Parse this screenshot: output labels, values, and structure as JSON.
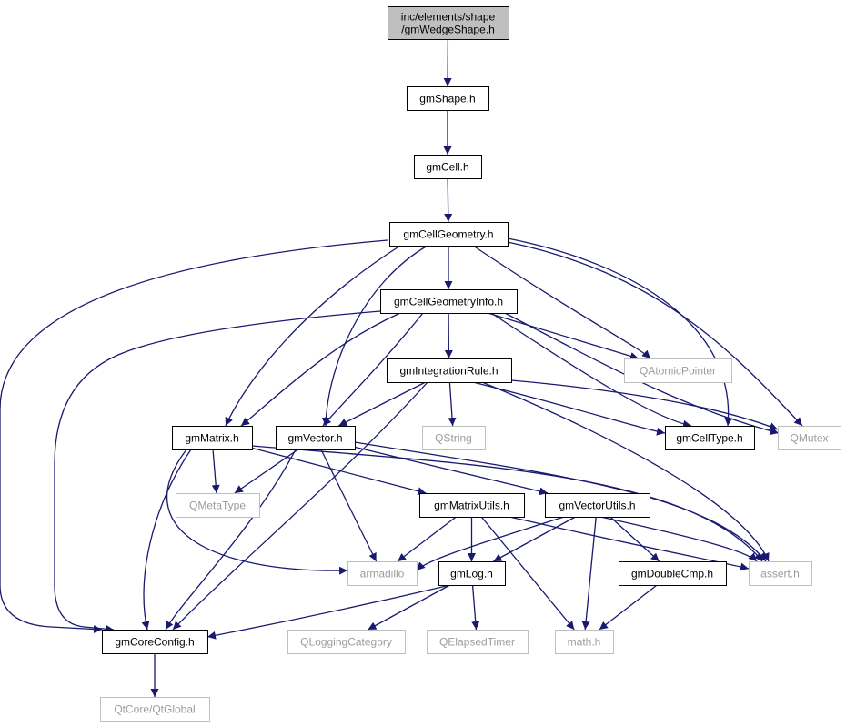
{
  "diagram": {
    "nodes": [
      {
        "id": "wedge",
        "lines": [
          "inc/elements/shape",
          "/gmWedgeShape.h"
        ],
        "kind": "main"
      },
      {
        "id": "shape",
        "lines": [
          "gmShape.h"
        ],
        "kind": "local"
      },
      {
        "id": "cell",
        "lines": [
          "gmCell.h"
        ],
        "kind": "local"
      },
      {
        "id": "cellgeom",
        "lines": [
          "gmCellGeometry.h"
        ],
        "kind": "local"
      },
      {
        "id": "cellgeominfo",
        "lines": [
          "gmCellGeometryInfo.h"
        ],
        "kind": "local"
      },
      {
        "id": "integ",
        "lines": [
          "gmIntegrationRule.h"
        ],
        "kind": "local"
      },
      {
        "id": "qatomic",
        "lines": [
          "QAtomicPointer"
        ],
        "kind": "external"
      },
      {
        "id": "matrix",
        "lines": [
          "gmMatrix.h"
        ],
        "kind": "local"
      },
      {
        "id": "vector",
        "lines": [
          "gmVector.h"
        ],
        "kind": "local"
      },
      {
        "id": "qstring",
        "lines": [
          "QString"
        ],
        "kind": "external"
      },
      {
        "id": "celltype",
        "lines": [
          "gmCellType.h"
        ],
        "kind": "local"
      },
      {
        "id": "qmutex",
        "lines": [
          "QMutex"
        ],
        "kind": "external"
      },
      {
        "id": "qmetatype",
        "lines": [
          "QMetaType"
        ],
        "kind": "external"
      },
      {
        "id": "matutils",
        "lines": [
          "gmMatrixUtils.h"
        ],
        "kind": "local"
      },
      {
        "id": "vecutils",
        "lines": [
          "gmVectorUtils.h"
        ],
        "kind": "local"
      },
      {
        "id": "armadillo",
        "lines": [
          "armadillo"
        ],
        "kind": "external"
      },
      {
        "id": "log",
        "lines": [
          "gmLog.h"
        ],
        "kind": "local"
      },
      {
        "id": "dblcmp",
        "lines": [
          "gmDoubleCmp.h"
        ],
        "kind": "local"
      },
      {
        "id": "assert",
        "lines": [
          "assert.h"
        ],
        "kind": "external"
      },
      {
        "id": "coreconfig",
        "lines": [
          "gmCoreConfig.h"
        ],
        "kind": "local"
      },
      {
        "id": "qlogcat",
        "lines": [
          "QLoggingCategory"
        ],
        "kind": "external"
      },
      {
        "id": "qelapsed",
        "lines": [
          "QElapsedTimer"
        ],
        "kind": "external"
      },
      {
        "id": "math",
        "lines": [
          "math.h"
        ],
        "kind": "external"
      },
      {
        "id": "qtglobal",
        "lines": [
          "QtCore/QtGlobal"
        ],
        "kind": "external"
      }
    ],
    "edges": [
      [
        "wedge",
        "shape"
      ],
      [
        "shape",
        "cell"
      ],
      [
        "cell",
        "cellgeom"
      ],
      [
        "cellgeom",
        "cellgeominfo"
      ],
      [
        "cellgeom",
        "matrix"
      ],
      [
        "cellgeom",
        "vector"
      ],
      [
        "cellgeom",
        "coreconfig"
      ],
      [
        "cellgeom",
        "qatomic"
      ],
      [
        "cellgeom",
        "celltype"
      ],
      [
        "cellgeom",
        "qmutex"
      ],
      [
        "cellgeominfo",
        "integ"
      ],
      [
        "cellgeominfo",
        "matrix"
      ],
      [
        "cellgeominfo",
        "vector"
      ],
      [
        "cellgeominfo",
        "coreconfig"
      ],
      [
        "cellgeominfo",
        "qatomic"
      ],
      [
        "cellgeominfo",
        "celltype"
      ],
      [
        "cellgeominfo",
        "qmutex"
      ],
      [
        "integ",
        "vector"
      ],
      [
        "integ",
        "qstring"
      ],
      [
        "integ",
        "celltype"
      ],
      [
        "integ",
        "qmutex"
      ],
      [
        "integ",
        "coreconfig"
      ],
      [
        "integ",
        "assert"
      ],
      [
        "matrix",
        "qmetatype"
      ],
      [
        "matrix",
        "coreconfig"
      ],
      [
        "matrix",
        "matutils"
      ],
      [
        "matrix",
        "armadillo"
      ],
      [
        "matrix",
        "assert"
      ],
      [
        "vector",
        "qmetatype"
      ],
      [
        "vector",
        "coreconfig"
      ],
      [
        "vector",
        "vecutils"
      ],
      [
        "vector",
        "armadillo"
      ],
      [
        "vector",
        "assert"
      ],
      [
        "matutils",
        "armadillo"
      ],
      [
        "matutils",
        "log"
      ],
      [
        "matutils",
        "math"
      ],
      [
        "matutils",
        "assert"
      ],
      [
        "vecutils",
        "armadillo"
      ],
      [
        "vecutils",
        "log"
      ],
      [
        "vecutils",
        "math"
      ],
      [
        "vecutils",
        "dblcmp"
      ],
      [
        "vecutils",
        "assert"
      ],
      [
        "log",
        "coreconfig"
      ],
      [
        "log",
        "qlogcat"
      ],
      [
        "log",
        "qelapsed"
      ],
      [
        "dblcmp",
        "math"
      ],
      [
        "coreconfig",
        "qtglobal"
      ]
    ]
  }
}
